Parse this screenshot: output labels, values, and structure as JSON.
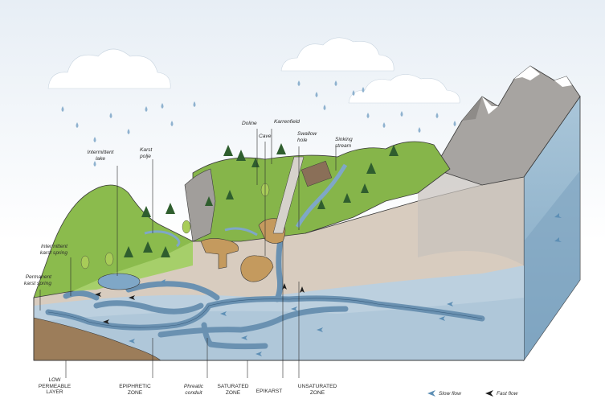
{
  "labels": {
    "intermittent_lake": "Intermittent\nlake",
    "karst_polje": "Karst\npolje",
    "doline": "Doline",
    "cave": "Cave",
    "karrenfield": "Karrenfield",
    "swallow_hole": "Swallow\nhole",
    "sinking_stream": "Sinking\nstream",
    "intermittent_karst_spring": "Intermittent\nkarst spring",
    "permanent_karst_spring": "Permanent\nkarst spring"
  },
  "zones": {
    "low_permeable_layer": "LOW\nPERMEABLE\nLAYER",
    "epiphretic_zone": "EPIPHRETIC\nZONE",
    "phreatic_conduit": "Phreatic\nconduit",
    "saturated_zone": "SATURATED\nZONE",
    "epikarst": "EPIKARST",
    "unsaturated_zone": "UNSATURATED\nZONE"
  },
  "legend": {
    "slow_flow": "Slow flow",
    "fast_flow": "Fast flow"
  },
  "colors": {
    "sky": "#dfe8f1",
    "cloud": "#ffffff",
    "grass": "#7fb13f",
    "grass_dark": "#5e9a2e",
    "rock": "#9c9a98",
    "soil": "#cdbfb0",
    "saturated": "#b9cfdf",
    "conduit": "#6c93b3",
    "low_layer": "#9c7d5a",
    "block_side": "#8fb3cb",
    "rain": "#8fb2cf"
  }
}
